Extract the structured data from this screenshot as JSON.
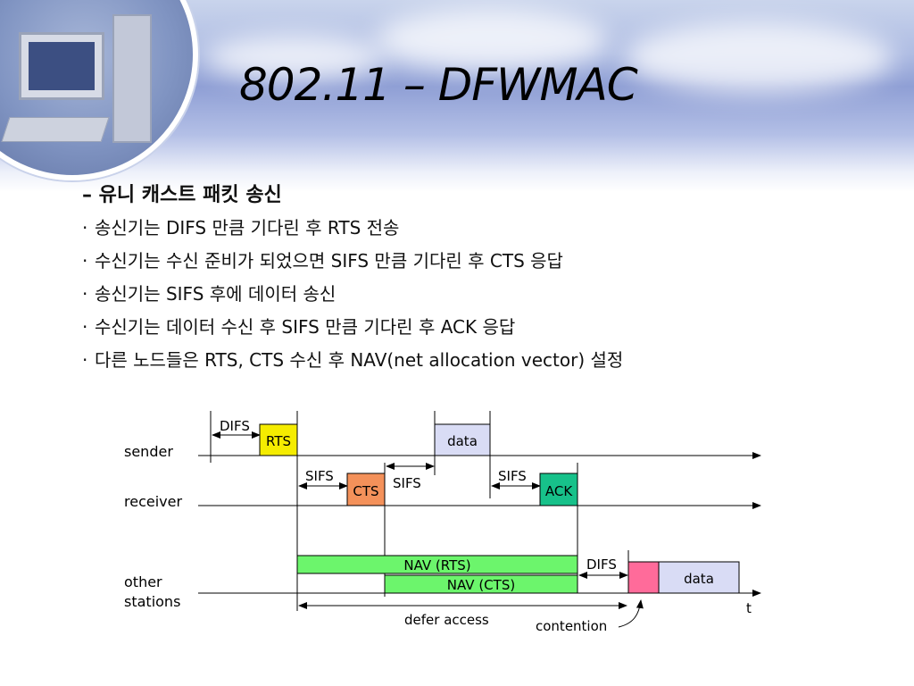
{
  "slide": {
    "title": "802.11 – DFWMAC",
    "heading": "– 유니 캐스트 패킷 송신",
    "bullet_marker": "·",
    "bullets": [
      "송신기는 DIFS 만큼 기다린 후 RTS 전송",
      "수신기는 수신 준비가 되었으면 SIFS 만큼 기다린 후 CTS 응답",
      "송신기는 SIFS 후에 데이터 송신",
      "수신기는 데이터 수신 후 SIFS 만큼 기다린 후 ACK 응답",
      "다른 노드들은 RTS, CTS 수신 후 NAV(net allocation vector) 설정"
    ]
  },
  "diagram": {
    "rows": {
      "sender": "sender",
      "receiver": "receiver",
      "other_line1": "other",
      "other_line2": "stations"
    },
    "frames": {
      "rts": "RTS",
      "cts": "CTS",
      "data_sender": "data",
      "ack": "ACK",
      "nav_rts": "NAV (RTS)",
      "nav_cts": "NAV (CTS)",
      "data_other": "data"
    },
    "intervals": {
      "difs_sender": "DIFS",
      "sifs_1": "SIFS",
      "sifs_2": "SIFS",
      "sifs_3": "SIFS",
      "difs_other": "DIFS"
    },
    "annotations": {
      "defer_access": "defer access",
      "contention": "contention",
      "time_axis": "t"
    },
    "colors": {
      "rts": "#f5ec00",
      "cts": "#f4915a",
      "data": "#d9dcf5",
      "ack": "#17c18a",
      "nav": "#6cf56c",
      "contention": "#ff6b9a"
    }
  }
}
